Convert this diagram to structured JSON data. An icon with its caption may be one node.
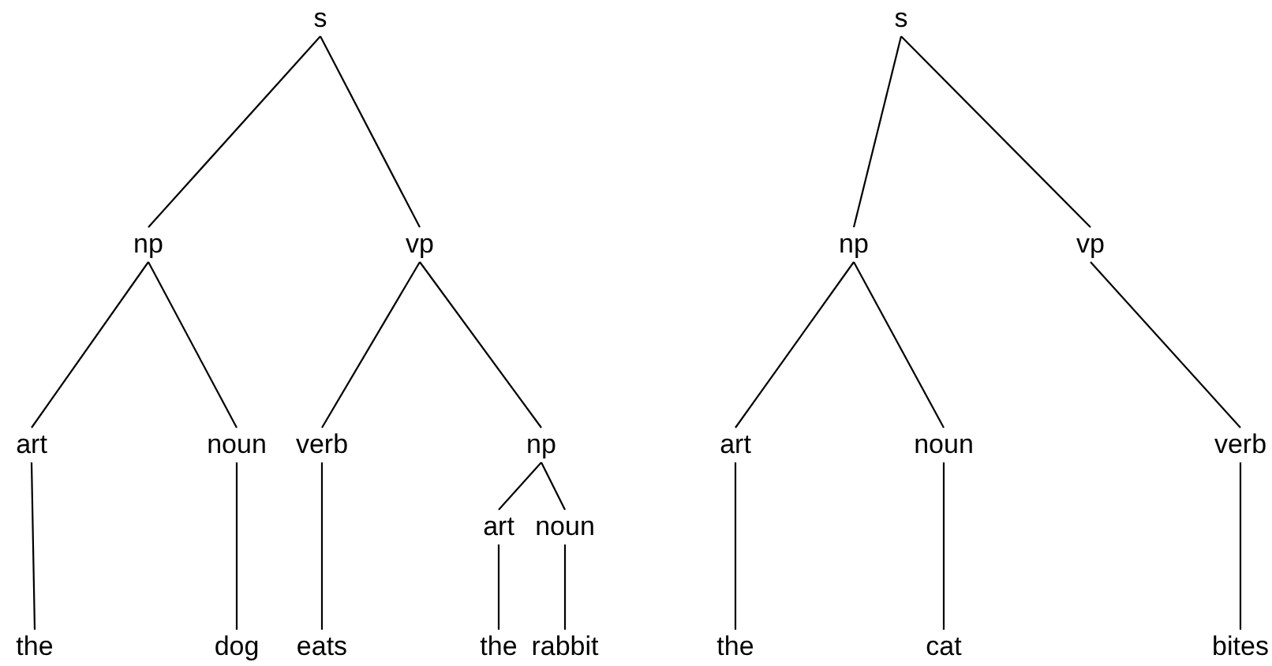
{
  "diagram": {
    "nodes": [
      {
        "text": [
          "s"
        ]
      },
      {
        "text": [
          "np"
        ]
      },
      {
        "text": [
          "vp"
        ]
      },
      {
        "text": [
          "art"
        ]
      },
      {
        "text": [
          "noun"
        ]
      },
      {
        "text": [
          "verb"
        ]
      },
      {
        "text": [
          "np"
        ]
      },
      {
        "text": [
          "art"
        ]
      },
      {
        "text": [
          "noun"
        ]
      },
      {
        "text": [
          "the"
        ]
      },
      {
        "text": [
          "dog"
        ]
      },
      {
        "text": [
          "eats"
        ]
      },
      {
        "text": [
          "the"
        ]
      },
      {
        "text": [
          "rabbit"
        ]
      },
      {
        "text": [
          "s"
        ]
      },
      {
        "text": [
          "np"
        ]
      },
      {
        "text": [
          "vp"
        ]
      },
      {
        "text": [
          "art"
        ]
      },
      {
        "text": [
          "noun"
        ]
      },
      {
        "text": [
          "verb"
        ]
      },
      {
        "text": [
          "the"
        ]
      },
      {
        "text": [
          "cat"
        ]
      },
      {
        "text": [
          "bites"
        ]
      }
    ],
    "edges": [
      {
        "from": 0,
        "to": 1,
        "arrow": "none"
      },
      {
        "from": 0,
        "to": 2,
        "arrow": "none"
      },
      {
        "from": 1,
        "to": 3,
        "arrow": "none"
      },
      {
        "from": 1,
        "to": 4,
        "arrow": "none"
      },
      {
        "from": 2,
        "to": 5,
        "arrow": "none"
      },
      {
        "from": 2,
        "to": 6,
        "arrow": "none"
      },
      {
        "from": 6,
        "to": 7,
        "arrow": "none"
      },
      {
        "from": 6,
        "to": 8,
        "arrow": "none"
      },
      {
        "from": 3,
        "to": 9,
        "arrow": "none"
      },
      {
        "from": 4,
        "to": 10,
        "arrow": "none"
      },
      {
        "from": 5,
        "to": 11,
        "arrow": "none"
      },
      {
        "from": 7,
        "to": 12,
        "arrow": "none"
      },
      {
        "from": 8,
        "to": 13,
        "arrow": "none"
      },
      {
        "from": 14,
        "to": 15,
        "arrow": "none"
      },
      {
        "from": 14,
        "to": 16,
        "arrow": "none"
      },
      {
        "from": 15,
        "to": 17,
        "arrow": "none"
      },
      {
        "from": 15,
        "to": 18,
        "arrow": "none"
      },
      {
        "from": 16,
        "to": 19,
        "arrow": "none"
      },
      {
        "from": 17,
        "to": 20,
        "arrow": "none"
      },
      {
        "from": 18,
        "to": 21,
        "arrow": "none"
      },
      {
        "from": 19,
        "to": 22,
        "arrow": "none"
      }
    ]
  }
}
